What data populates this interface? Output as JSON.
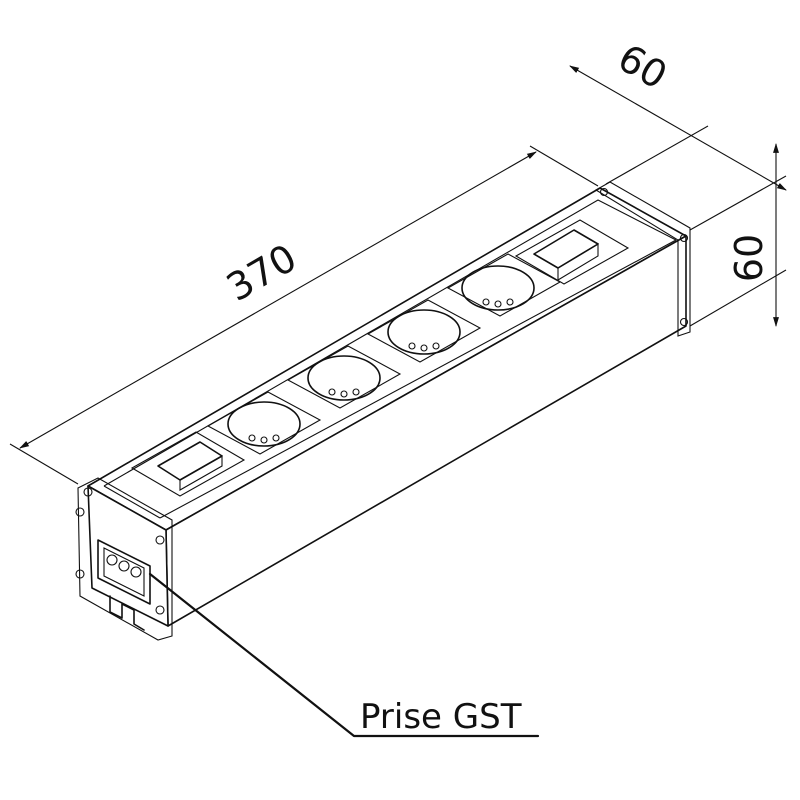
{
  "dimensions": {
    "length": "370",
    "width": "60",
    "height": "60"
  },
  "callout": {
    "label": "Prise GST"
  },
  "components": {
    "switch_count": 2,
    "socket_count": 4
  }
}
